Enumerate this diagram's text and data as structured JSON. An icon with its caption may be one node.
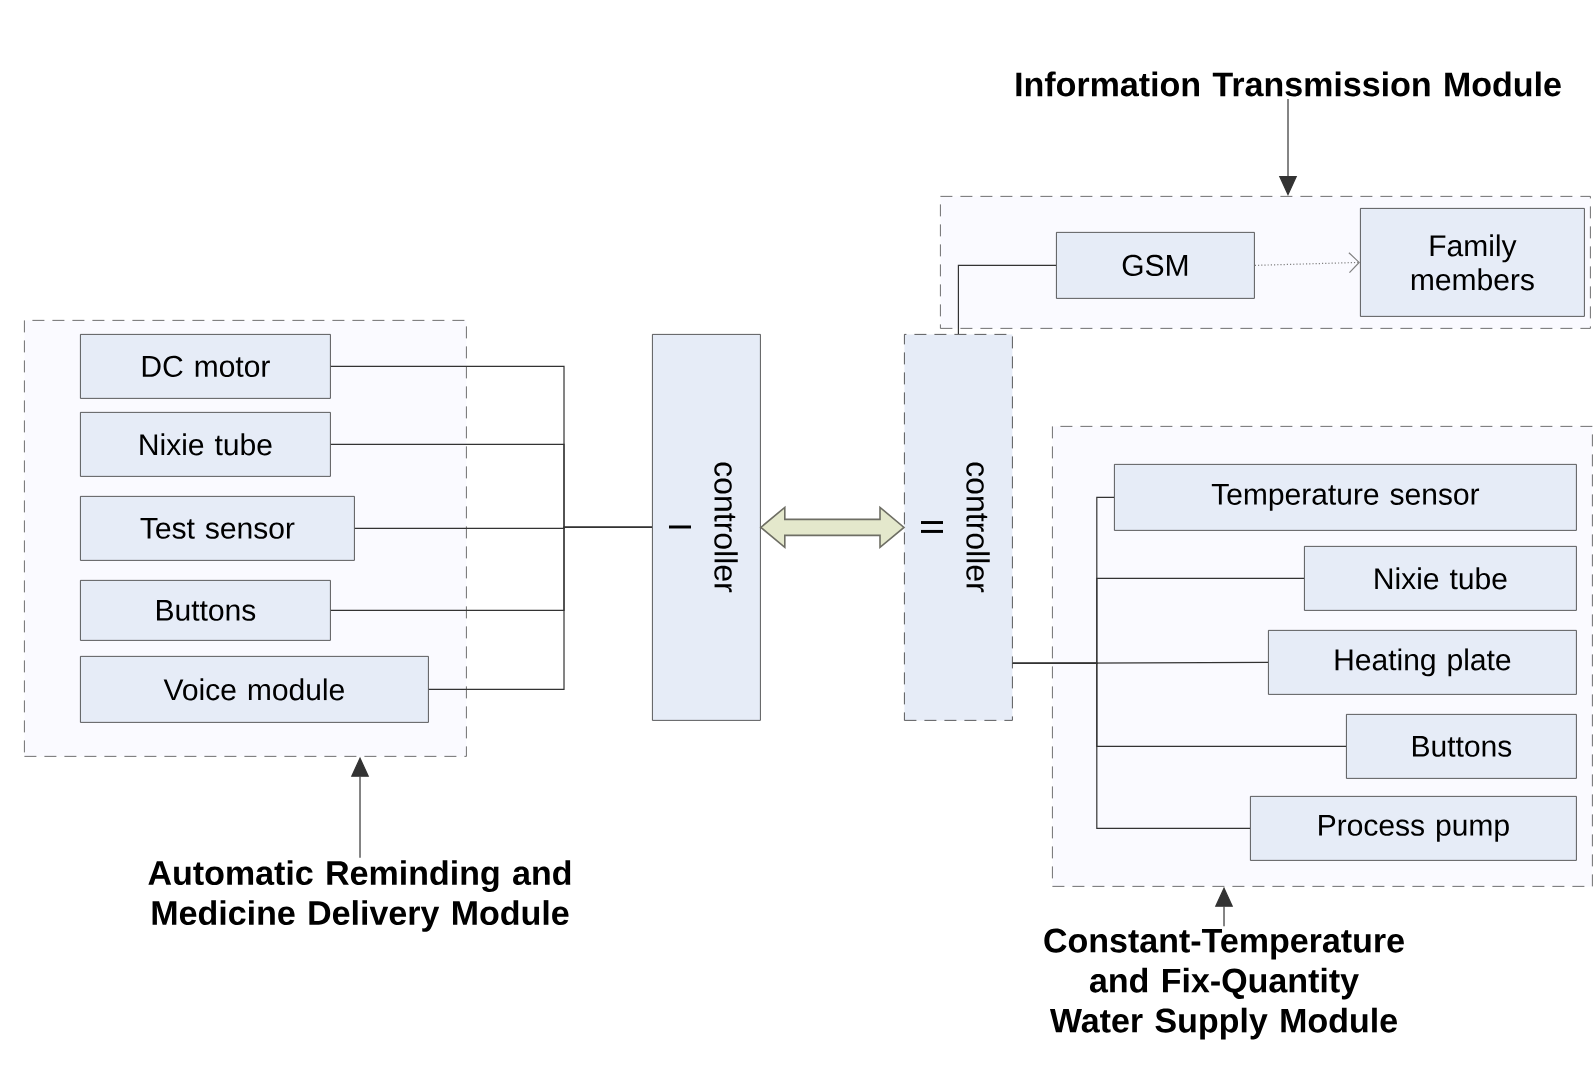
{
  "diagram": {
    "nodes": [
      {
        "text": [],
        "shape": "box"
      },
      {
        "text": [
          "DC motor"
        ],
        "in": 0
      },
      {
        "text": [
          "Nixie tube"
        ],
        "in": 0
      },
      {
        "text": [
          "Test sensor"
        ],
        "in": 0
      },
      {
        "text": [
          "Buttons"
        ],
        "in": 0
      },
      {
        "text": [
          "Voice module"
        ],
        "in": 0
      },
      {
        "text": [
          "controller",
          "I"
        ]
      },
      {
        "text": [
          "controller",
          "II"
        ]
      },
      {
        "text": [],
        "shape": "box"
      },
      {
        "text": [
          "GSM"
        ],
        "in": 8
      },
      {
        "text": [
          "Family members"
        ],
        "in": 8
      },
      {
        "text": [],
        "shape": "box"
      },
      {
        "text": [
          "Temperature sensor"
        ],
        "in": 11
      },
      {
        "text": [
          "Nixie tube"
        ],
        "in": 11
      },
      {
        "text": [
          "Heating plate"
        ],
        "in": 11
      },
      {
        "text": [
          "Buttons"
        ],
        "in": 11
      },
      {
        "text": [
          "Process pump"
        ],
        "in": 11
      },
      {
        "text": [
          "Information Transmission Module"
        ]
      },
      {
        "text": [
          "Automatic Reminding and Medicine Delivery Module"
        ]
      },
      {
        "text": [
          "Constant-Temperature and Fix-Quantity Water Supply Module"
        ]
      }
    ],
    "edges": [
      {
        "from": 1,
        "to": 6,
        "arrow": "none"
      },
      {
        "from": 2,
        "to": 6,
        "arrow": "none"
      },
      {
        "from": 3,
        "to": 6,
        "arrow": "none"
      },
      {
        "from": 4,
        "to": 6,
        "arrow": "none"
      },
      {
        "from": 5,
        "to": 6,
        "arrow": "none"
      },
      {
        "from": 6,
        "to": 7,
        "arrow": "both",
        "style": "thick"
      },
      {
        "from": 7,
        "to": 9,
        "arrow": "none"
      },
      {
        "from": 9,
        "to": 10,
        "arrow": "to",
        "style": "dashed"
      },
      {
        "from": 7,
        "to": 12,
        "arrow": "none"
      },
      {
        "from": 7,
        "to": 13,
        "arrow": "none"
      },
      {
        "from": 7,
        "to": 14,
        "arrow": "none"
      },
      {
        "from": 7,
        "to": 15,
        "arrow": "none"
      },
      {
        "from": 7,
        "to": 16,
        "arrow": "none"
      },
      {
        "from": 17,
        "to": 8,
        "arrow": "to"
      },
      {
        "from": 18,
        "to": 0,
        "arrow": "to"
      },
      {
        "from": 19,
        "to": 11,
        "arrow": "to"
      }
    ]
  }
}
